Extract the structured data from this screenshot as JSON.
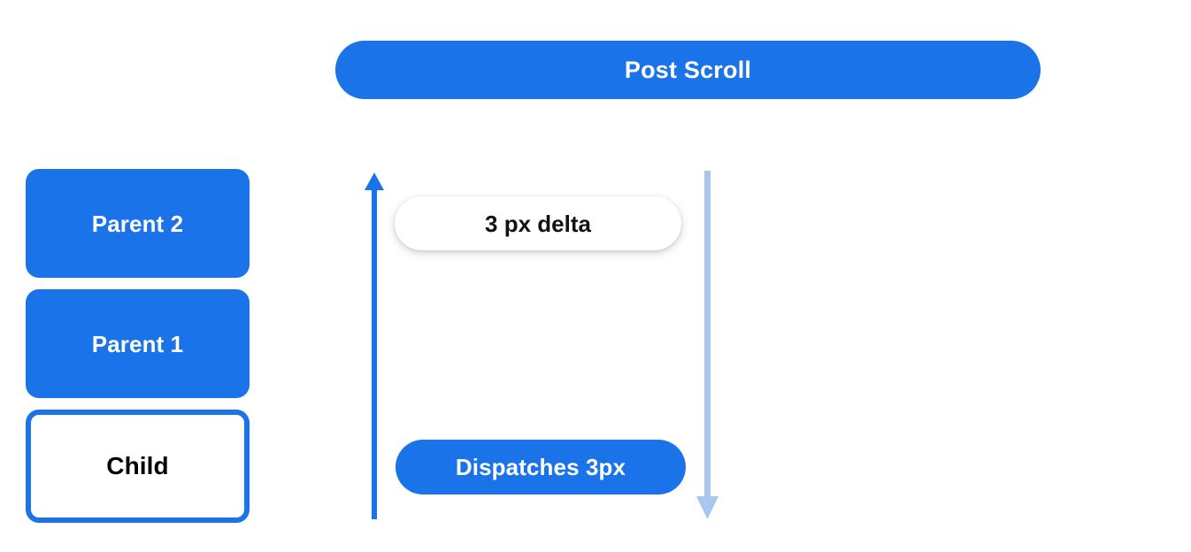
{
  "diagram": {
    "title": "Post Scroll",
    "background_color": "#ffffff",
    "accent_color": "#1a73e8",
    "muted_accent_color": "#a8c7f0"
  },
  "header": {
    "label": "Post Scroll"
  },
  "stack": {
    "boxes": [
      {
        "label": "Parent 2",
        "style": "filled"
      },
      {
        "label": "Parent 1",
        "style": "filled"
      },
      {
        "label": "Child",
        "style": "outlined"
      }
    ]
  },
  "arrows": {
    "up": {
      "name": "scroll-propagation-up-arrow",
      "direction": "up",
      "color": "#1a73e8"
    },
    "down": {
      "name": "scroll-dispatch-down-arrow",
      "direction": "down",
      "color": "#a8c7f0"
    }
  },
  "annotations": {
    "delta": "3 px delta",
    "dispatch": "Dispatches 3px"
  }
}
